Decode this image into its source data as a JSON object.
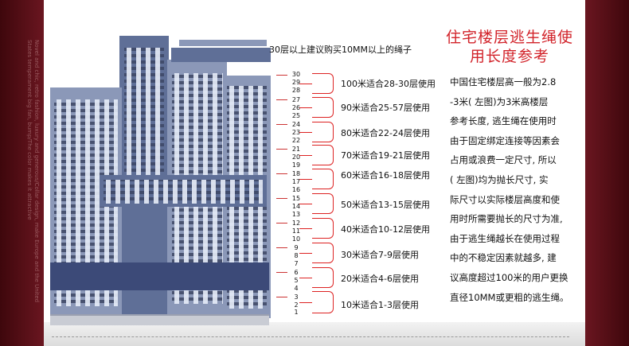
{
  "side_text": "Novel and chic, retro fashion, luxury and generous/Collar design, make Europe and the United States temperament big fan, bump/The color makes it attractive",
  "top_note": "30层以上建议购买10MM以上的绳子",
  "title_lines": [
    "住宅楼层逃生绳使",
    "用长度参考"
  ],
  "floor_numbers": [
    "30",
    "29",
    "28",
    "27",
    "26",
    "25",
    "24",
    "23",
    "22",
    "21",
    "20",
    "19",
    "18",
    "17",
    "16",
    "15",
    "14",
    "13",
    "12",
    "11",
    "10",
    "9",
    "8",
    "7",
    "6",
    "5",
    "4",
    "3",
    "2",
    "1"
  ],
  "ranges": [
    {
      "label": "100米适合28-30层使用"
    },
    {
      "label": "90米适合25-57层使用"
    },
    {
      "label": "80米适合22-24层使用"
    },
    {
      "label": "70米适合19-21层使用"
    },
    {
      "label": "60米适合16-18层使用"
    },
    {
      "label": "50米适合13-15层使用"
    },
    {
      "label": "40米适合10-12层使用"
    },
    {
      "label": "30米适合7-9层使用"
    },
    {
      "label": "20米适合4-6层使用"
    },
    {
      "label": "10米适合1-3层使用"
    }
  ],
  "description_lines": [
    "中国住宅楼层高一般为2.8",
    "-3米( 左图)为3米高楼层",
    "参考长度, 逃生绳在使用时",
    "由于固定绑定连接等因素会",
    "占用或浪费一定尺寸, 所以",
    "( 左图)均为抛长尺寸, 实",
    "际尺寸以实际楼层高度和使",
    "用时所需要抛长的尺寸为准,",
    "由于逃生绳越长在使用过程",
    "中的不稳定因素就越多, 建",
    "议高度超过100米的用户更换",
    "直径10MM或更粗的逃生绳。"
  ],
  "colors": {
    "frame": "#5a0f16",
    "accent": "#d2232a",
    "building": "#5f6f97"
  }
}
